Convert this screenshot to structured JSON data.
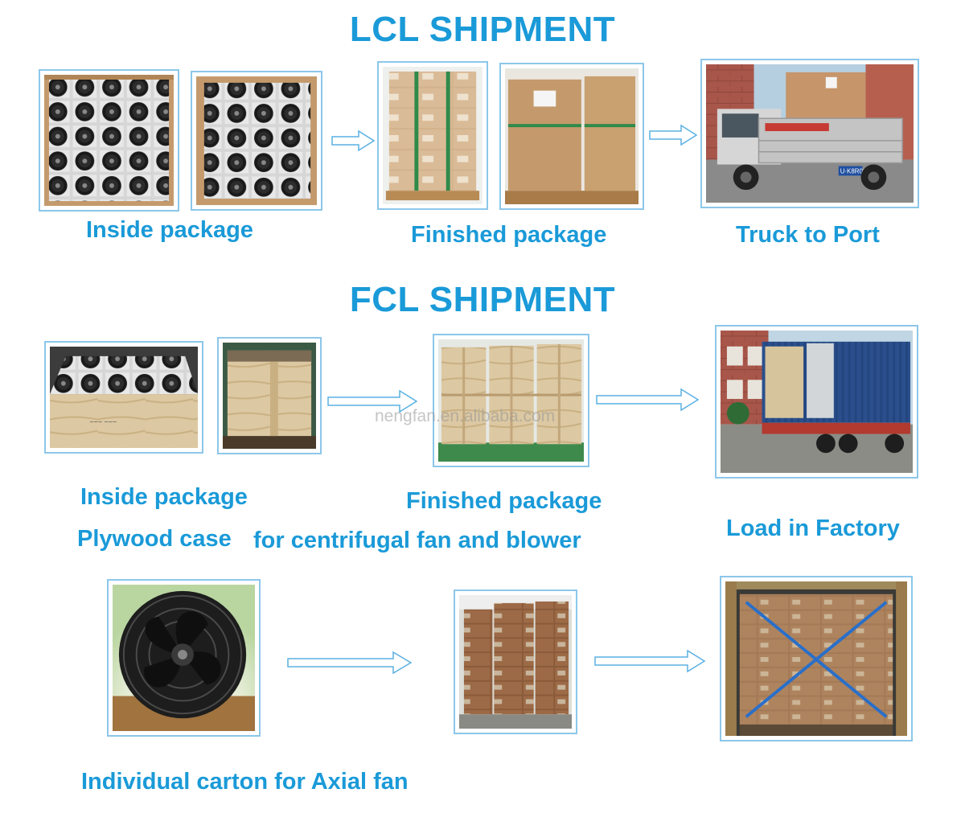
{
  "lcl": {
    "title": "LCL SHIPMENT",
    "labels": {
      "inside": "Inside package",
      "finished": "Finished package",
      "truck": "Truck to Port"
    }
  },
  "fcl": {
    "title": "FCL SHIPMENT",
    "labels": {
      "inside": "Inside package",
      "finished": "Finished package",
      "plywood": "Plywood case",
      "for_centrifugal": "for centrifugal fan and blower",
      "load": "Load in Factory"
    }
  },
  "axial": {
    "label": "Individual carton for Axial fan"
  },
  "watermark": "nengfan.en.alibaba.com",
  "truck_plate": "U·K8R02",
  "colors": {
    "accent": "#1a9ad8",
    "photo_border": "#8cc7ea",
    "arrow_stroke": "#5ab0e2",
    "cardboard": "#c8a276",
    "plywood": "#dcc8a2",
    "container_blue": "#2a4f8c"
  }
}
